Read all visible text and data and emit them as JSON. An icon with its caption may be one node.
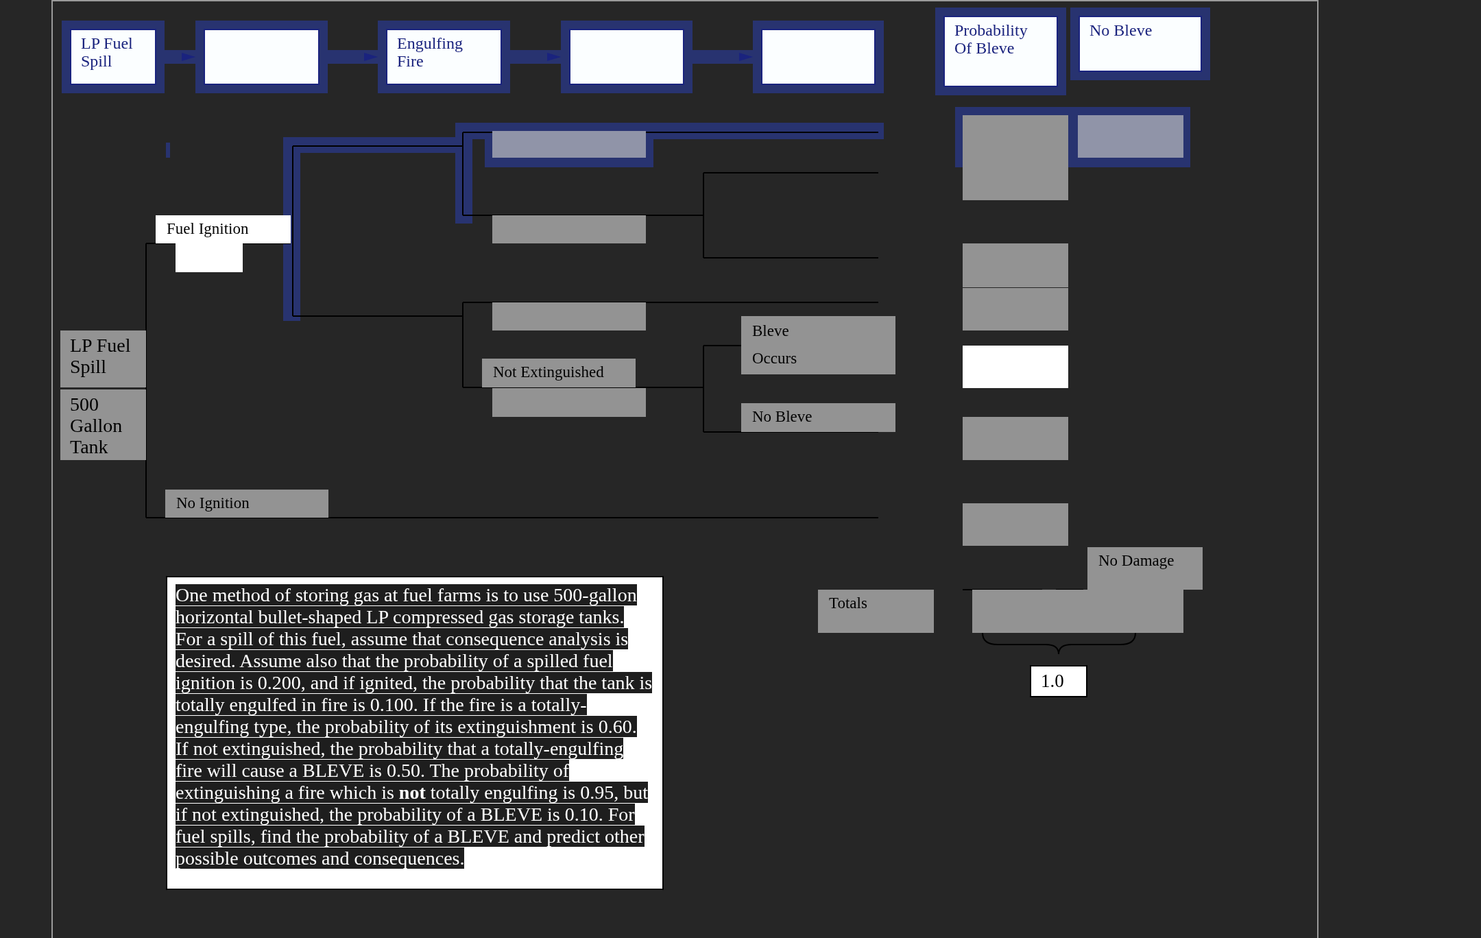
{
  "diagram": {
    "nodes": [
      {
        "text": [
          "LP Fuel Spill"
        ]
      },
      {
        "text": [],
        "shape": "box"
      },
      {
        "text": [
          "Engulfing Fire"
        ]
      },
      {
        "text": [],
        "shape": "box"
      },
      {
        "text": [],
        "shape": "box"
      },
      {
        "text": [
          "Probability Of Bleve"
        ]
      },
      {
        "text": [
          "No Bleve"
        ]
      },
      {
        "text": [],
        "shape": "box"
      },
      {
        "text": [],
        "shape": "box"
      },
      {
        "text": [],
        "shape": "box"
      },
      {
        "text": [
          "Fuel Ignition"
        ]
      },
      {
        "text": [],
        "shape": "box"
      },
      {
        "text": [],
        "shape": "box"
      },
      {
        "text": [],
        "shape": "box"
      },
      {
        "text": [],
        "shape": "box"
      },
      {
        "text": [],
        "shape": "box"
      },
      {
        "text": [
          "LP Fuel Spill"
        ]
      },
      {
        "text": [
          "500 Gallon Tank"
        ]
      },
      {
        "text": [
          "Bleve Occurs"
        ]
      },
      {
        "text": [],
        "shape": "box"
      },
      {
        "text": [
          "Not Extinguished"
        ]
      },
      {
        "text": [],
        "shape": "box"
      },
      {
        "text": [
          "No Bleve"
        ]
      },
      {
        "text": [],
        "shape": "box"
      },
      {
        "text": [
          "No Ignition"
        ]
      },
      {
        "text": [],
        "shape": "box"
      },
      {
        "text": [
          "No Damage"
        ]
      },
      {
        "text": [
          "Totals"
        ]
      },
      {
        "text": [],
        "shape": "box"
      },
      {
        "text": [
          "1.0"
        ]
      },
      {
        "text": [
          "One method of storing gas at fuel farms is to use 500-gallon horizontal bullet-shaped LP compressed gas storage tanks. For a spill of this fuel, assume that consequence analysis is desired. Assume also that the probability of a spilled fuel ignition is 0.200, and if ignited, the probability that the tank is totally engulfed in fire is 0.100. If the fire is a totally-engulfing type, the probability of its extinguishment is 0.60. If not extinguished, the probability that a totally-engulfing fire will cause a BLEVE is 0.50. The probability of extinguishing a fire which is **not** totally engulfing is 0.95, but if not extinguished, the probability of a BLEVE is 0.10. For fuel spills, find the probability of a BLEVE and predict other possible outcomes and consequences."
        ]
      }
    ],
    "edges": [
      {
        "from": 0,
        "to": 1,
        "arrow": "to"
      },
      {
        "from": 1,
        "to": 2,
        "arrow": "to"
      },
      {
        "from": 2,
        "to": 3,
        "arrow": "to"
      },
      {
        "from": 3,
        "to": 4,
        "arrow": "to"
      }
    ]
  }
}
